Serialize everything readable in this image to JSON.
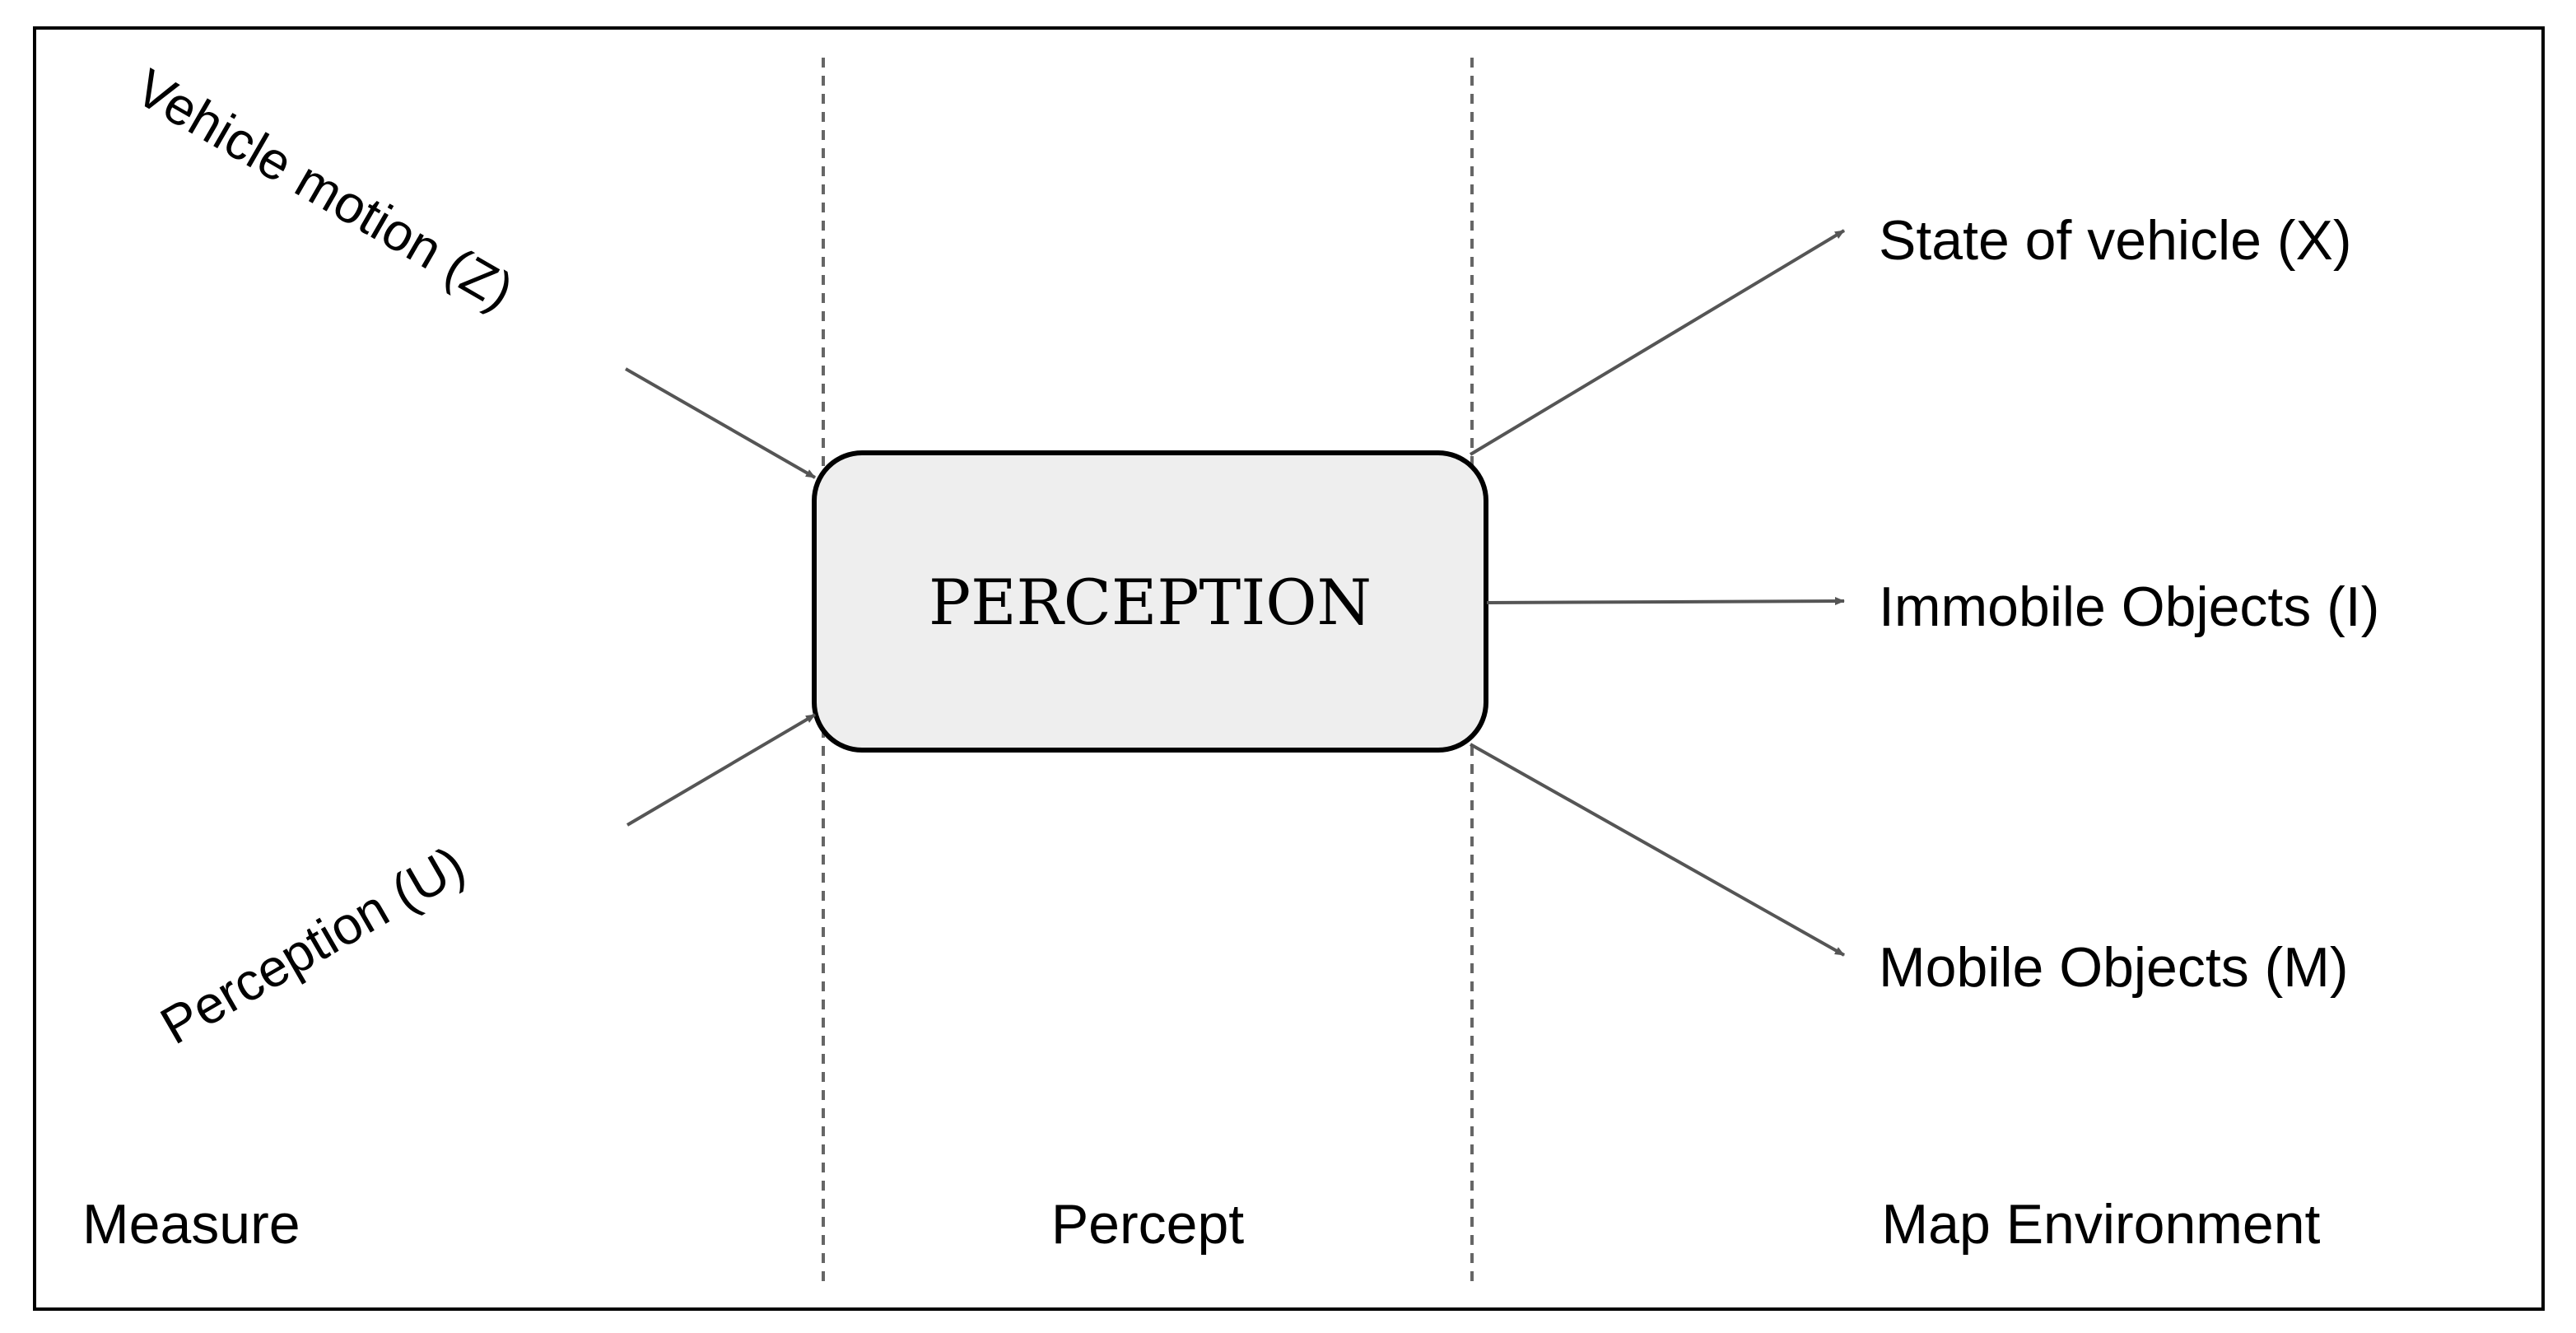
{
  "diagram": {
    "center_box": {
      "label": "PERCEPTION"
    },
    "inputs": [
      {
        "label": "Vehicle motion (Z)"
      },
      {
        "label": "Perception (U)"
      }
    ],
    "outputs": [
      {
        "label": "State of vehicle (X)"
      },
      {
        "label": "Immobile Objects (I)"
      },
      {
        "label": "Mobile Objects (M)"
      }
    ],
    "regions": [
      {
        "label": "Measure"
      },
      {
        "label": "Percept"
      },
      {
        "label": "Map Environment"
      }
    ],
    "colors": {
      "box_fill": "#eeeeee",
      "box_stroke": "#000000",
      "arrow": "#555555",
      "divider": "#666666",
      "frame": "#000000"
    }
  }
}
